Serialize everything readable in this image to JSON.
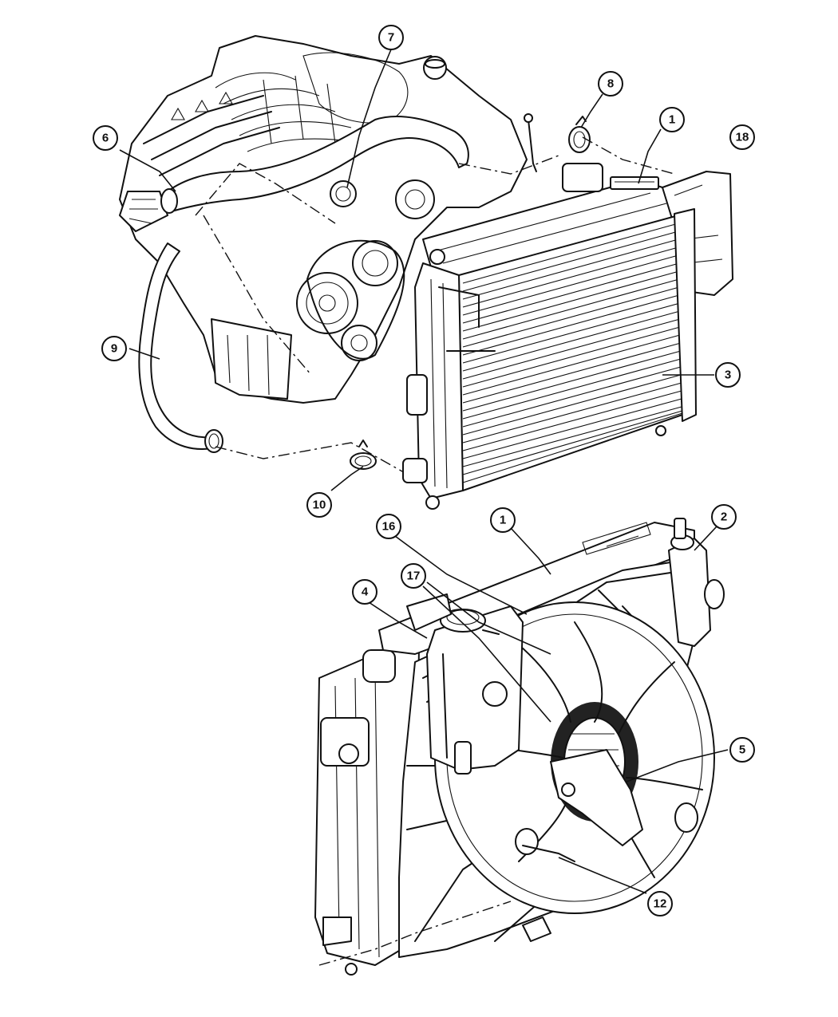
{
  "diagram": {
    "callouts": [
      {
        "number": "1"
      },
      {
        "number": "2"
      },
      {
        "number": "3"
      },
      {
        "number": "4"
      },
      {
        "number": "5"
      },
      {
        "number": "6"
      },
      {
        "number": "7"
      },
      {
        "number": "8"
      },
      {
        "number": "9"
      },
      {
        "number": "10"
      },
      {
        "number": "12"
      },
      {
        "number": "16"
      },
      {
        "number": "17"
      },
      {
        "number": "18"
      },
      {
        "number": "1"
      }
    ]
  }
}
